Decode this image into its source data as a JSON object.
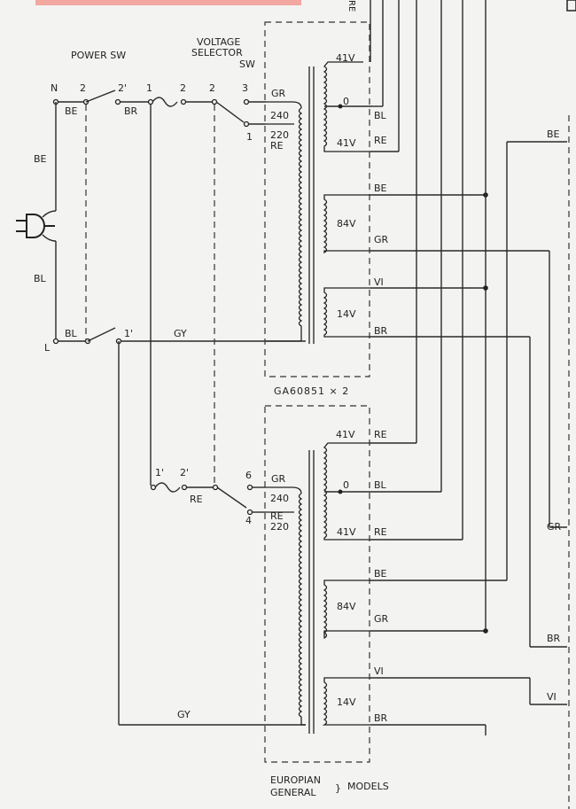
{
  "top_label": "RE",
  "power_switch": {
    "title": "POWER SW",
    "n_label": "N",
    "l_label": "L",
    "terms": [
      "2",
      "2'",
      "1",
      "1'"
    ]
  },
  "voltage_selector": {
    "title_line1": "VOLTAGE",
    "title_line2": "SELECTOR",
    "title_line3": "SW",
    "terms_upper": [
      "2",
      "2",
      "3",
      "1"
    ],
    "terms_lower": [
      "1'",
      "2'",
      "6",
      "4"
    ]
  },
  "mains": {
    "be_label": "BE",
    "bl_label": "BL"
  },
  "wire_labels": {
    "be_switch": "BE",
    "br_switch": "BR",
    "bl_switch": "BL",
    "gy_upper": "GY",
    "gy_lower": "GY",
    "re_lower_switch": "RE"
  },
  "transformer_upper": {
    "primary_labels": [
      "GR",
      "240",
      "220",
      "RE"
    ],
    "secondary_labels": [
      "41V",
      "0",
      "41V",
      "84V",
      "14V"
    ],
    "wire_labels": [
      "BL",
      "RE",
      "BE",
      "GR",
      "VI",
      "BR"
    ],
    "part_number": "GA60851 × 2"
  },
  "transformer_lower": {
    "primary_labels": [
      "GR",
      "240",
      "RE",
      "220"
    ],
    "secondary_labels": [
      "41V",
      "0",
      "41V",
      "84V",
      "14V"
    ],
    "wire_labels": [
      "RE",
      "BL",
      "RE",
      "BE",
      "GR",
      "VI",
      "BR"
    ],
    "models_line1": "EUROPIAN",
    "models_line2": "GENERAL",
    "models_suffix": "MODELS"
  },
  "right_labels": [
    "BE",
    "GR",
    "BR",
    "VI"
  ]
}
